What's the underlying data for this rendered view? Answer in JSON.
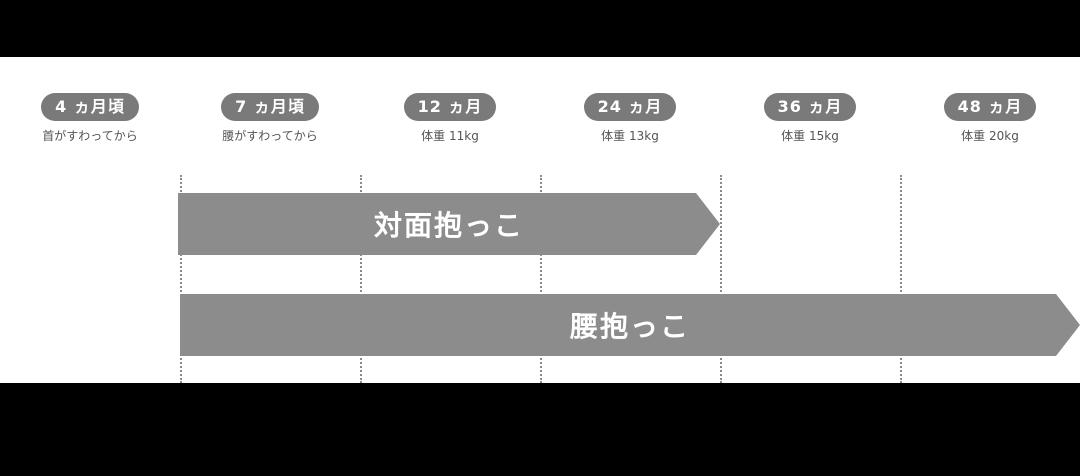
{
  "milestones": [
    {
      "label": "4 ヵ月頃",
      "sub": "首がすわってから"
    },
    {
      "label": "7 ヵ月頃",
      "sub": "腰がすわってから"
    },
    {
      "label": "12 ヵ月",
      "sub": "体重 11kg"
    },
    {
      "label": "24 ヵ月",
      "sub": "体重 13kg"
    },
    {
      "label": "36 ヵ月",
      "sub": "体重 15kg"
    },
    {
      "label": "48 ヵ月",
      "sub": "体重 20kg"
    }
  ],
  "bars": [
    {
      "label": "対面抱っこ",
      "from_milestone": "7 ヵ月頃",
      "to_milestone": "36 ヵ月"
    },
    {
      "label": "腰抱っこ",
      "from_milestone": "7 ヵ月頃",
      "to_milestone": "48 ヵ月+"
    }
  ],
  "colors": {
    "pill": "#7a7a7a",
    "bar": "#8c8c8c",
    "text_sub": "#555555",
    "background": "#ffffff",
    "letterbox": "#000000"
  }
}
